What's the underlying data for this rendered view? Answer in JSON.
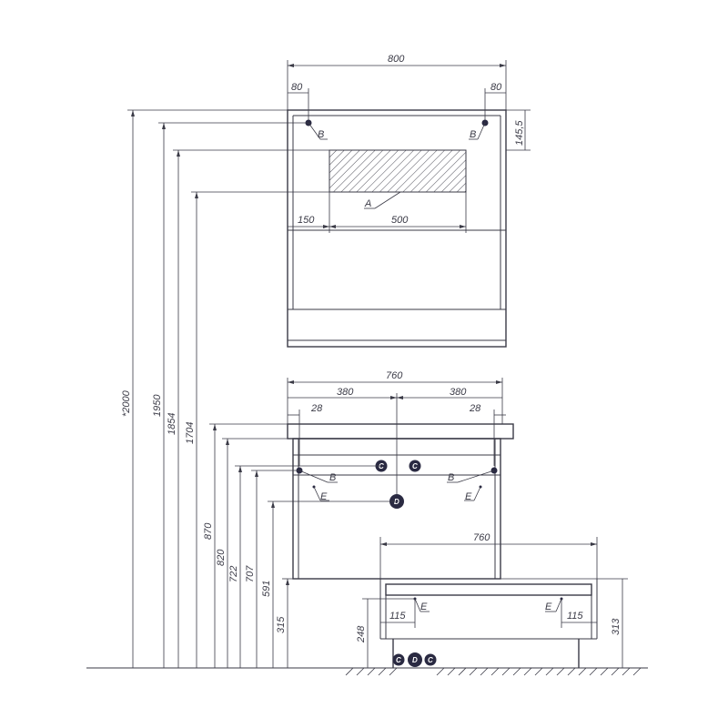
{
  "dimensions": {
    "mirror_width": "800",
    "mirror_left_offset": "80",
    "mirror_right_offset": "80",
    "mirror_top_offset": "145,5",
    "shelf_left_offset": "150",
    "shelf_width": "500",
    "vanity_width": "760",
    "vanity_half_left": "380",
    "vanity_half_right": "380",
    "vanity_left_28": "28",
    "vanity_right_28": "28",
    "cabinet_width": "760",
    "cabinet_left_115": "115",
    "cabinet_right_115": "115",
    "cabinet_height": "313",
    "cabinet_lower_248": "248"
  },
  "heights": {
    "h2000": "*2000",
    "h1950": "1950",
    "h1854": "1854",
    "h1704": "1704",
    "h870": "870",
    "h820": "820",
    "h722": "722",
    "h707": "707",
    "h591": "591",
    "h315": "315"
  },
  "callouts": {
    "A": "A",
    "B": "B",
    "C": "C",
    "D": "D",
    "E": "E"
  }
}
